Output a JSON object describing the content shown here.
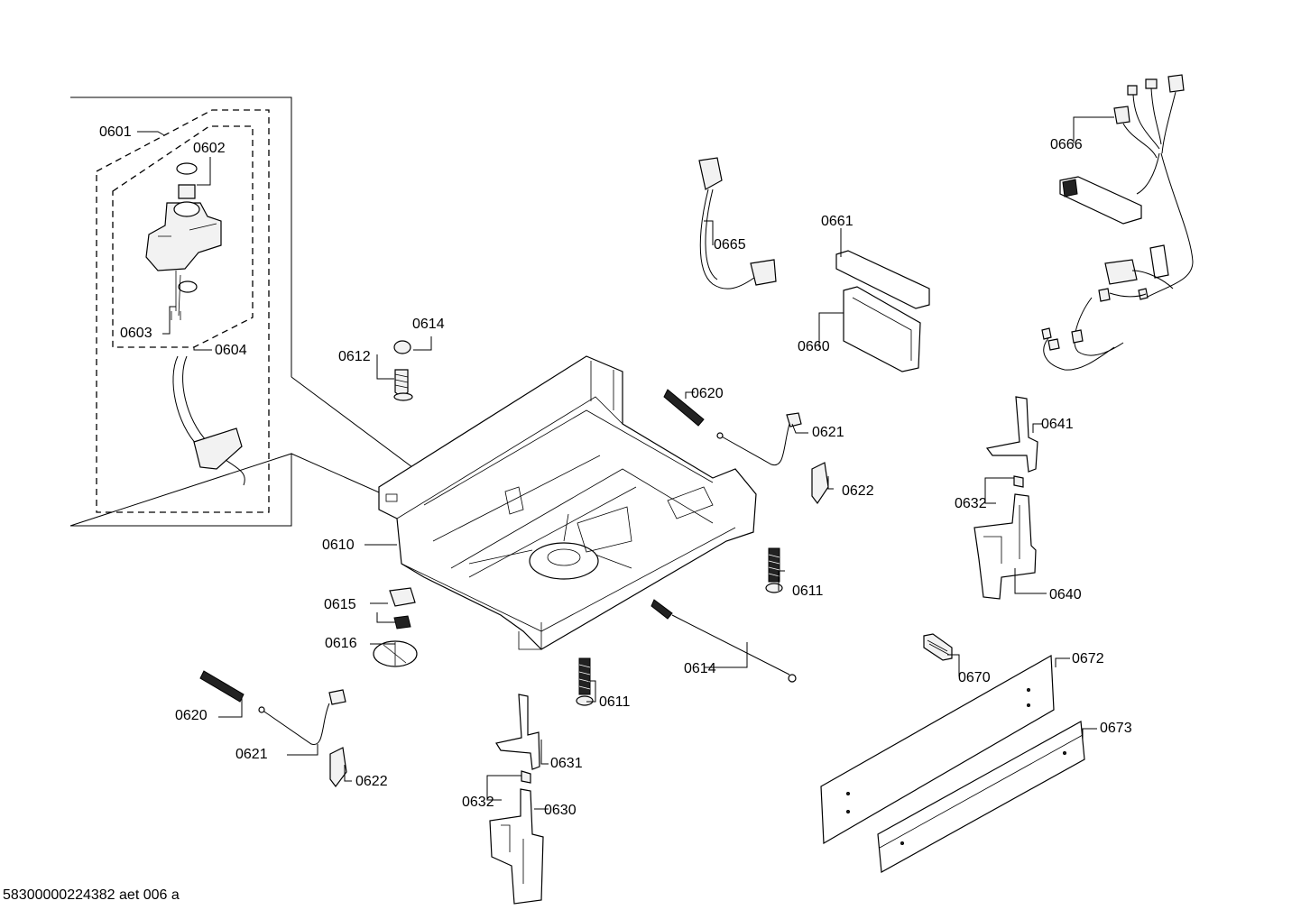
{
  "diagram": {
    "labels": {
      "p0601": "0601",
      "p0602": "0602",
      "p0603": "0603",
      "p0604": "0604",
      "p0610": "0610",
      "p0611a": "0611",
      "p0611b": "0611",
      "p0612": "0612",
      "p0614a": "0614",
      "p0614b": "0614",
      "p0615": "0615",
      "p0616": "0616",
      "p0620a": "0620",
      "p0620b": "0620",
      "p0621a": "0621",
      "p0621b": "0621",
      "p0622a": "0622",
      "p0622b": "0622",
      "p0630": "0630",
      "p0631": "0631",
      "p0632a": "0632",
      "p0632b": "0632",
      "p0640": "0640",
      "p0641": "0641",
      "p0660": "0660",
      "p0661": "0661",
      "p0665": "0665",
      "p0666": "0666",
      "p0670": "0670",
      "p0672": "0672",
      "p0673": "0673"
    },
    "footer": "58300000224382 aet 006 a"
  }
}
